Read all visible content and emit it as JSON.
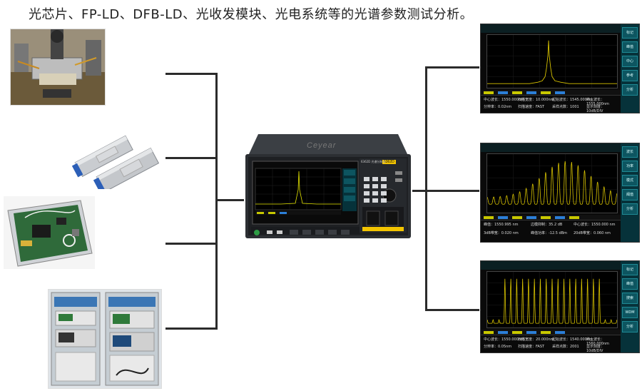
{
  "title": "光芯片、FP-LD、DFB-LD、光收发模块、光电系统等的光谱参数测试分析。",
  "devices": [
    {
      "name": "optical-chip-probe-station"
    },
    {
      "name": "sfp-transceiver-modules"
    },
    {
      "name": "optical-module-circuit-board"
    },
    {
      "name": "optoelectronic-test-rack"
    }
  ],
  "instrument": {
    "brand": "Ceyear",
    "model": "6362D 光谱分析仪",
    "badge": "6362D"
  },
  "screens": [
    {
      "name": "single-peak-spectrum",
      "footer": [
        "中心波长：1550.000nm",
        "扫描宽度：10.000nm",
        "起始波长：1545.000nm",
        "终止波长：1555.000nm",
        "分辨率：0.02nm",
        "扫描速度：FAST",
        "采样点数：1001",
        "显示刻度：10dB/DIV"
      ],
      "side": [
        "标记",
        "峰值",
        "中心",
        "参考",
        "分析"
      ]
    },
    {
      "name": "fp-ld-multi-mode-spectrum",
      "footer": [
        "峰值：1550.995 nm",
        "边模抑制：35.2 dB",
        "中心波长：1550.000 nm",
        "3dB带宽：0.020 nm",
        "峰值功率：-12.5 dBm",
        "20dB带宽：0.060 nm"
      ],
      "side": [
        "波长",
        "功率",
        "模式",
        "阈值",
        "分析"
      ]
    },
    {
      "name": "dfb-comb-spectrum",
      "footer": [
        "中心波长：1550.000nm",
        "扫描宽度：20.000nm",
        "起始波长：1540.000nm",
        "终止波长：1560.000nm",
        "分辨率：0.05nm",
        "扫描速度：FAST",
        "采样点数：2001",
        "显示刻度：10dB/DIV"
      ],
      "side": [
        "标记",
        "峰值",
        "搜索",
        "WDM",
        "分析"
      ]
    }
  ]
}
